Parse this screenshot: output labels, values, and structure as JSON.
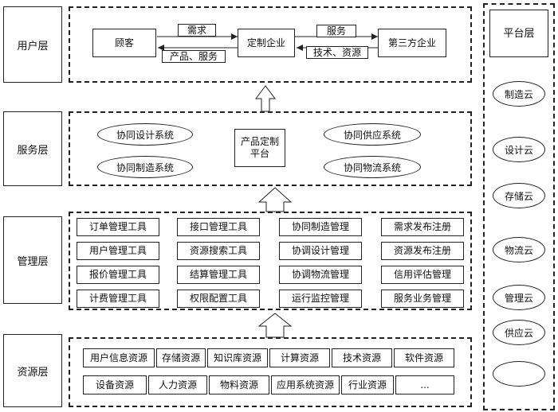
{
  "layers": {
    "user": "用户层",
    "service": "服务层",
    "management": "管理层",
    "resource": "资源层",
    "platform": "平台层"
  },
  "user_layer": {
    "customer": "顾客",
    "custom_enterprise": "定制企业",
    "third_party": "第三方企业",
    "flow_demand": "需求",
    "flow_products": "产品、服务",
    "flow_service": "服务",
    "flow_tech": "技术、资源"
  },
  "service_layer": {
    "collab_design": "协同设计系统",
    "collab_manufacture": "协同制造系统",
    "platform_line1": "产品定制",
    "platform_line2": "平台",
    "collab_supply": "协同供应系统",
    "collab_logistics": "协同物流系统"
  },
  "management_layer": {
    "tools": [
      [
        "订单管理工具",
        "接口管理工具",
        "协同制造管理",
        "需求发布注册"
      ],
      [
        "用户管理工具",
        "资源搜索工具",
        "协调设计管理",
        "资源发布注册"
      ],
      [
        "报价管理工具",
        "结算管理工具",
        "协调物流管理",
        "信用评估管理"
      ],
      [
        "计费管理工具",
        "权限配置工具",
        "运行监控管理",
        "服务业务管理"
      ]
    ]
  },
  "resource_layer": {
    "row1": [
      "用户信息资源",
      "存储资源",
      "知识库资源",
      "计算资源",
      "技术资源",
      "软件资源"
    ],
    "row2": [
      "设备资源",
      "人力资源",
      "物料资源",
      "应用系统资源",
      "行业资源",
      "..."
    ]
  },
  "platform_clouds": [
    "制造云",
    "设计云",
    "存储云",
    "物流云",
    "管理云",
    "供应云",
    ""
  ]
}
